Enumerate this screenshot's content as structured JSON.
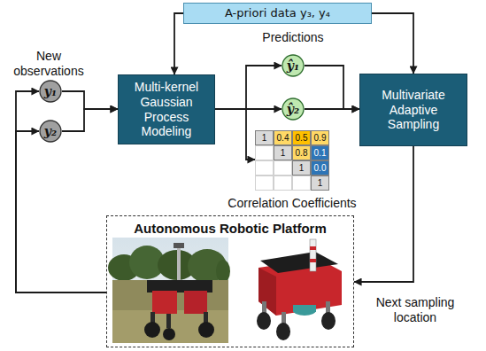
{
  "diagram": {
    "nodes": [
      {
        "text": [
          "A-priori data y₃, y₄"
        ]
      },
      {
        "text": [
          "y₁"
        ]
      },
      {
        "text": [
          "y₂"
        ]
      },
      {
        "text": [
          "Multi-kernel Gaussian Process Modeling"
        ]
      },
      {
        "text": [
          "ŷ₁"
        ]
      },
      {
        "text": [
          "ŷ₂"
        ]
      },
      {
        "text": [
          "Correlation Coefficients"
        ]
      },
      {
        "text": [
          "Multivariate Adaptive Sampling"
        ]
      },
      {
        "text": [
          "Autonomous Robotic Platform"
        ]
      }
    ],
    "edges": [
      {
        "from": 0,
        "to": 3,
        "arrow": "to"
      },
      {
        "from": 0,
        "to": 7,
        "arrow": "to"
      },
      {
        "from": 1,
        "to": 3,
        "arrow": "to"
      },
      {
        "from": 2,
        "to": 3,
        "arrow": "to"
      },
      {
        "from": 3,
        "to": 4,
        "arrow": "to"
      },
      {
        "from": 3,
        "to": 5,
        "arrow": "to"
      },
      {
        "from": 3,
        "to": 6,
        "arrow": "to"
      },
      {
        "from": 4,
        "to": 7,
        "arrow": "to"
      },
      {
        "from": 5,
        "to": 7,
        "arrow": "to"
      },
      {
        "from": 7,
        "to": 8,
        "arrow": "to"
      },
      {
        "from": 8,
        "to": 1,
        "arrow": "to"
      },
      {
        "from": 8,
        "to": 2,
        "arrow": "to"
      }
    ],
    "labels": [
      "New observations",
      "Predictions",
      "1",
      "0.4",
      "0.5",
      "0.9",
      "1",
      "0.8",
      "0.1",
      "1",
      "0.0",
      "1",
      "Next sampling location"
    ]
  }
}
